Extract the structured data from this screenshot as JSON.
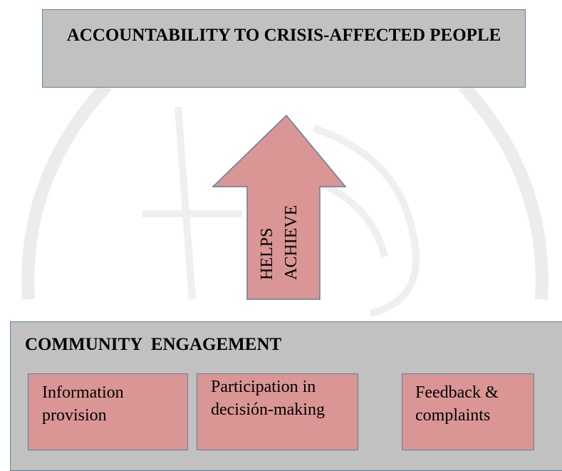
{
  "top_box": {
    "title": "ACCOUNTABILITY TO CRISIS-AFFECTED PEOPLE"
  },
  "arrow": {
    "label_line1": "HELPS",
    "label_line2": "ACHIEVE",
    "fill_color": "#da9694",
    "stroke_color": "#5f7f9c"
  },
  "bottom_box": {
    "title": "COMMUNITY  ENGAGEMENT",
    "items": [
      {
        "line1": "Information",
        "line2": "provision"
      },
      {
        "line1": "Participation in",
        "line2": "decisión-making"
      },
      {
        "line1": "Feedback &",
        "line2": "complaints"
      }
    ]
  },
  "colors": {
    "box_gray": "#c1c1c1",
    "item_pink": "#da9694",
    "border_blue": "#5f7f9c"
  }
}
